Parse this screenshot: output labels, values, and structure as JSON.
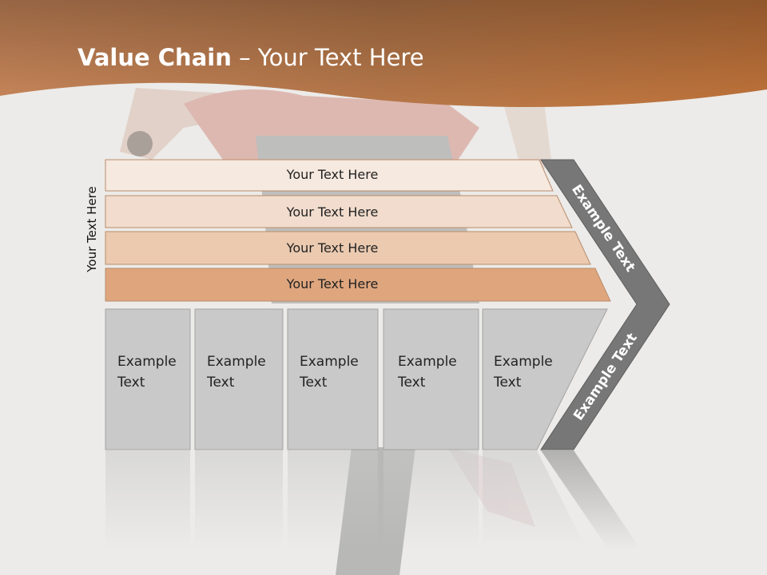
{
  "title": {
    "bold": "Value Chain",
    "rest": " – Your Text Here"
  },
  "side_label": "Your Text Here",
  "bands": [
    {
      "label": "Your Text Here"
    },
    {
      "label": "Your Text Here"
    },
    {
      "label": "Your Text Here"
    },
    {
      "label": "Your Text Here"
    }
  ],
  "columns": [
    {
      "label": "Example Text"
    },
    {
      "label": "Example Text"
    },
    {
      "label": "Example Text"
    },
    {
      "label": "Example Text"
    },
    {
      "label": "Example Text"
    }
  ],
  "chevron": {
    "top_label": "Example Text",
    "bottom_label": "Example Text"
  },
  "colors": {
    "header_brown": "#c0733a",
    "band_1": "#f6e9df",
    "band_2": "#f1dccd",
    "band_3": "#ebcab0",
    "band_4": "#dfa67e",
    "chevron": "#757575",
    "column": "#c9c9c9"
  }
}
